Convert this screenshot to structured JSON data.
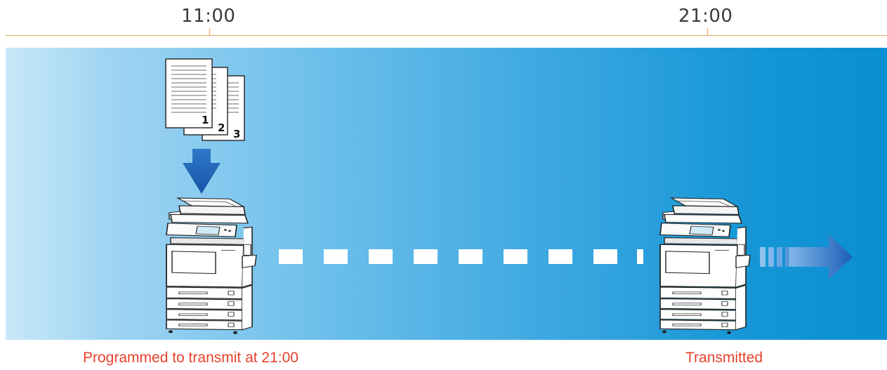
{
  "timeline": {
    "start_time": "11:00",
    "end_time": "21:00"
  },
  "documents": {
    "page_numbers": [
      "1",
      "2",
      "3"
    ]
  },
  "captions": {
    "left": "Programmed to transmit at 21:00",
    "right": "Transmitted"
  },
  "colors": {
    "timeline": "#e8a45c",
    "caption": "#e8412c",
    "arrow": "#1d5fb6",
    "panel_start": "#c8e8f8",
    "panel_end": "#0a8fd2"
  },
  "icons": [
    "document-stack-icon",
    "down-arrow-icon",
    "multifunction-printer-icon",
    "dashed-connector",
    "transmit-arrow-icon"
  ]
}
